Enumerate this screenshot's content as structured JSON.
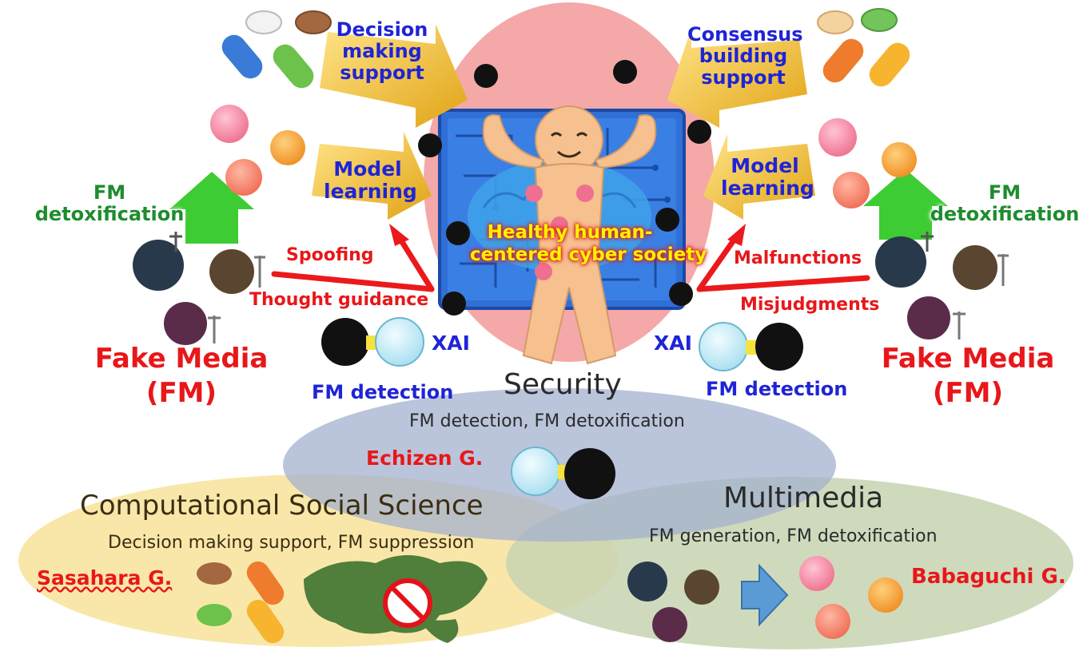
{
  "center": {
    "title_line1": "Healthy human-",
    "title_line2": "centered cyber society"
  },
  "top_left_label": {
    "line1": "Decision",
    "line2": "making",
    "line3": "support"
  },
  "top_right_label": {
    "line1": "Consensus",
    "line2": "building",
    "line3": "support"
  },
  "model_learning_left": {
    "line1": "Model",
    "line2": "learning"
  },
  "model_learning_right": {
    "line1": "Model",
    "line2": "learning"
  },
  "fm_detox_left": {
    "line1": "FM",
    "line2": "detoxification"
  },
  "fm_detox_right": {
    "line1": "FM",
    "line2": "detoxification"
  },
  "threats_left": {
    "spoofing": "Spoofing",
    "thought_guidance": "Thought guidance"
  },
  "threats_right": {
    "malfunctions": "Malfunctions",
    "misjudgments": "Misjudgments"
  },
  "fake_media_left": {
    "line1": "Fake Media",
    "line2": "(FM)"
  },
  "fake_media_right": {
    "line1": "Fake Media",
    "line2": "(FM)"
  },
  "xai_left": "XAI",
  "xai_right": "XAI",
  "fm_detection_left": "FM detection",
  "fm_detection_right": "FM detection",
  "security": {
    "title": "Security",
    "subtitle": "FM detection, FM detoxification",
    "group": "Echizen G."
  },
  "css": {
    "title": "Computational Social Science",
    "subtitle": "Decision making support, FM suppression",
    "group": "Sasahara G."
  },
  "multimedia": {
    "title": "Multimedia",
    "subtitle": "FM generation, FM detoxification",
    "group": "Babaguchi G."
  },
  "colors": {
    "security_ellipse": "#a3b2cf",
    "css_ellipse": "#f8e39a",
    "multimedia_ellipse": "#c7d3b1",
    "center_ellipse": "#f5a8a8",
    "chip": "#2f6fd6",
    "accent_red": "#e8171a",
    "label_blue": "#1f24d6",
    "label_green": "#1e8c2e"
  }
}
